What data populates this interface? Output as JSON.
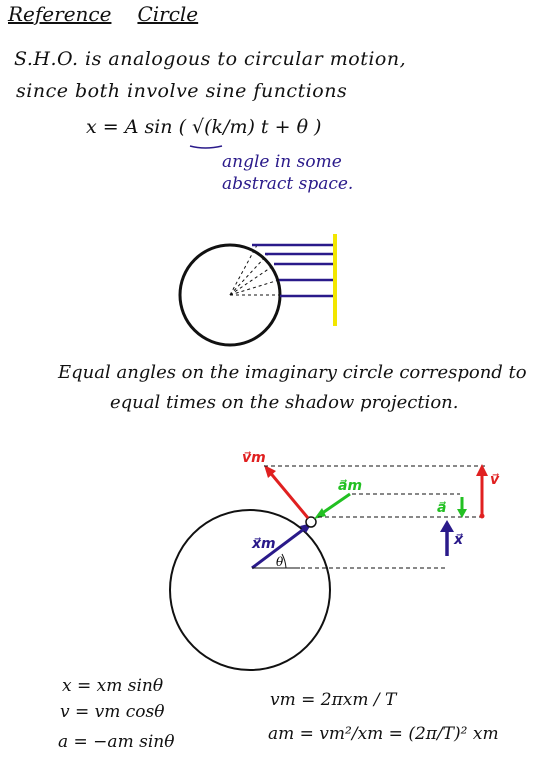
{
  "title": {
    "word1": "Reference",
    "word2": "Circle"
  },
  "intro": {
    "line1": "S.H.O.  is  analogous  to  circular  motion,",
    "line2": "since  both  involve  sine  functions"
  },
  "equation": "x =  A sin ( √(k/m) t + θ )",
  "annotation": {
    "line1": "angle  in  some",
    "line2": "abstract  space."
  },
  "caption": {
    "line1": "Equal  angles  on  the  imaginary  circle  correspond  to",
    "line2": "equal  times  on  the  shadow  projection."
  },
  "diagram_labels": {
    "vm": "v⃗m",
    "am": "a⃗m",
    "xm": "x⃗m",
    "theta": "θ",
    "v": "v⃗",
    "a": "a⃗",
    "x": "x⃗"
  },
  "formulas": {
    "x": "x = xm sinθ",
    "v": "v = vm cosθ",
    "a": "a = −am sinθ",
    "vm": "vm = 2πxm / T",
    "am": "am = vm²/xm = (2π/T)² xm"
  },
  "colors": {
    "ink": "#111111",
    "blue": "#2a1a8a",
    "red": "#e02020",
    "green": "#22c022",
    "yellow": "#f2e600"
  }
}
